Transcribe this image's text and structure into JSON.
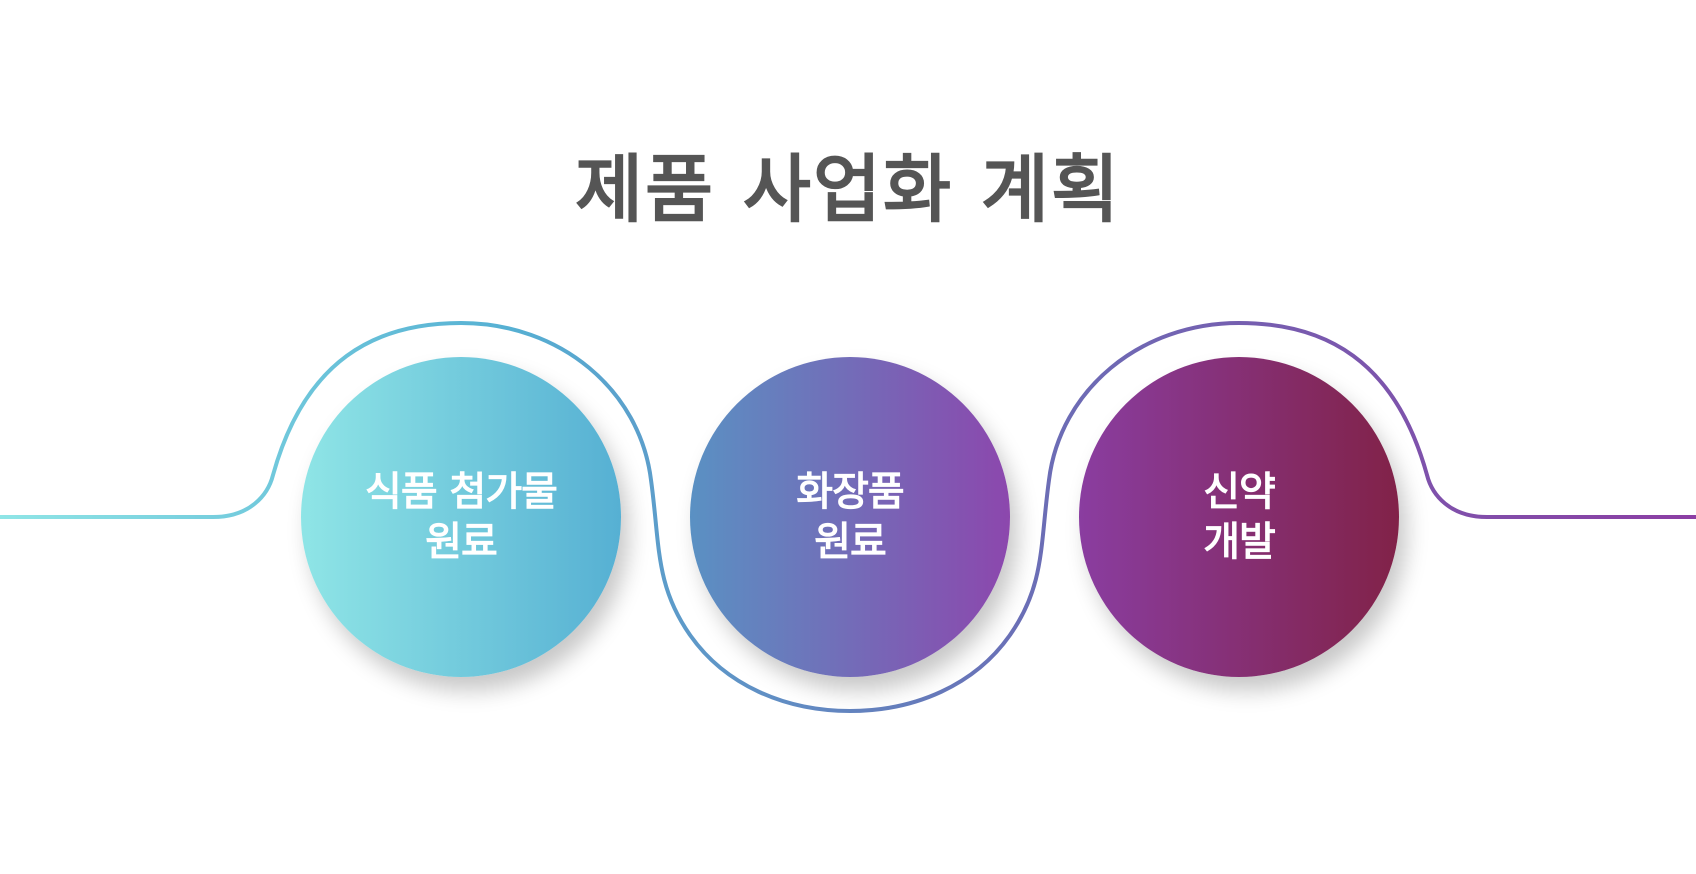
{
  "title": "제품 사업화 계획",
  "colors": {
    "title": "#555555",
    "cyan": "#8fe5e6",
    "blue": "#56b0d3",
    "steel_blue": "#5a91c3",
    "purple": "#8c47ad",
    "magenta": "#8a3da0",
    "wine": "#812248"
  },
  "steps": [
    {
      "line1": "식품 첨가물",
      "line2": "원료"
    },
    {
      "line1": "화장품",
      "line2": "원료"
    },
    {
      "line1": "신약",
      "line2": "개발"
    }
  ]
}
